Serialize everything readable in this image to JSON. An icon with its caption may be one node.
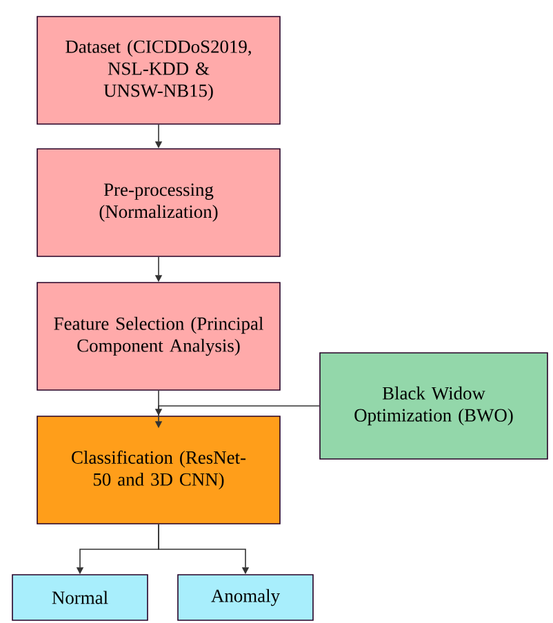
{
  "diagram": {
    "nodes": [
      {
        "text": [
          "Dataset (CICDDoS2019, NSL-KDD & UNSW-NB15)"
        ]
      },
      {
        "text": [
          "Pre-processing (Normalization)"
        ]
      },
      {
        "text": [
          "Feature Selection (Principal Component Analysis)"
        ]
      },
      {
        "text": [
          "Black Widow Optimization (BWO)"
        ]
      },
      {
        "text": [
          "Classification (ResNet-50 and 3D CNN)"
        ]
      },
      {
        "text": [
          "Normal"
        ]
      },
      {
        "text": [
          "Anomaly"
        ]
      }
    ],
    "edges": [
      {
        "from": 0,
        "to": 1,
        "arrow": "to"
      },
      {
        "from": 1,
        "to": 2,
        "arrow": "to"
      },
      {
        "from": 2,
        "to": 4,
        "arrow": "to"
      },
      {
        "from": 3,
        "to": 4,
        "arrow": "to"
      },
      {
        "from": 4,
        "to": 5,
        "arrow": "to"
      },
      {
        "from": 4,
        "to": 6,
        "arrow": "to"
      }
    ]
  }
}
